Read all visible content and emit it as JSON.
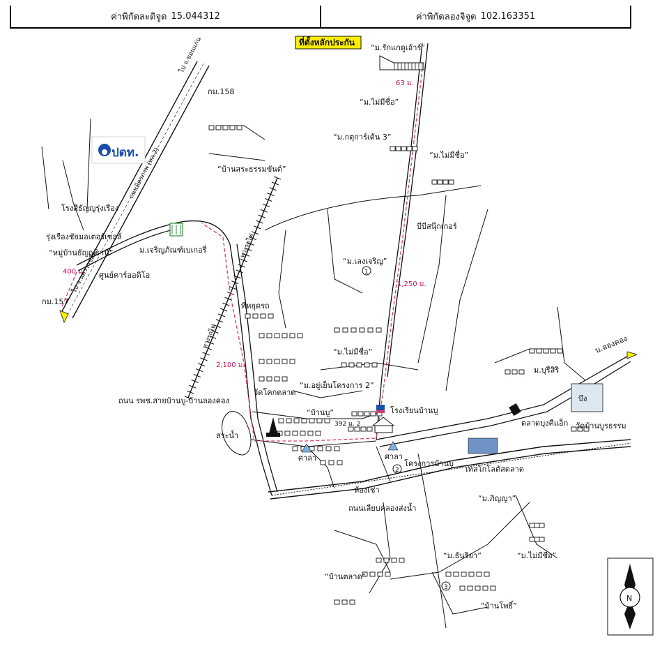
{
  "coordinates": {
    "latitude_label": "ค่าพิกัดละติจูด",
    "latitude_value": "15.044312",
    "longitude_label": "ค่าพิกัดลองจิจูด",
    "longitude_value": "102.163351"
  },
  "marker": {
    "label": "ที่ตั้งหลักประกัน"
  },
  "logo": {
    "text": "ปตท."
  },
  "labels": {
    "rak_ngeo": "“ม.รักแกดูเอ้าร์”",
    "mai_mi_chue_1": "“ม.ไม่มีชื่อ”",
    "kot_car_3": "“ม.กตุการ์เด้น 3”",
    "mai_mi_chue_2": "“ม.ไม่มีชื่อ”",
    "ban_sara": "“บ้านสระธรรมขันต์”",
    "bibi": "บีบีสนุ๊กเกอร์",
    "mong_charoen": "“ม.เลงเจริญ”",
    "km158": "กม.158",
    "to_khon_kaen": "ไป จ.ขอนแก่น",
    "mittraphap": "ถนนมิตรภาพ (ทล.2)",
    "rice_mill": "โรงสีธัญญรุ่งเรือง",
    "rungrueng": "รุ่งเรืองชัยมอเตอร์เซลล์",
    "mu_ban_thanya": "“หมู่บ้านธัญญธานี”",
    "dist_400": "400 ม.",
    "sunkar": "ศูนย์คาร์ออดิโอ",
    "km157": "กม.157",
    "to_nakhon": "ไป จ.นครราชสีมา",
    "charoen_bakery": "ม.เจริญภัณฑ์เบเกอรี่",
    "railway": "ทางรถไฟ",
    "railway_2": "ทางรถไฟ",
    "rail_stop": "ที่หยุดรถ",
    "dist_1250": "1,250 ม.",
    "mai_mi_chue_3": "“ม.ไม่มีชื่อ”",
    "dist_63": "63 ม.",
    "dist_2100": "2,100 ม.",
    "ayu_yen": "“ม.อยู่เย็นโครงการ 2”",
    "road_hospital": "ถนน รพช.สายบ้านบู-บ้านลองคอง",
    "wat_khok": "วัดโคกตลาด",
    "ban_bu": "“บ้านบู”",
    "house_no": "392 ม. 2",
    "school": "โรงเรียนบ้านบู",
    "sa_nam": "สระน้ำ",
    "sala": "ศาลา",
    "sala_2": "ศาลา",
    "project_bu": "โครงการบ้านบู",
    "tesco": "เทสโกโลตัสตลาด",
    "hong_chao": "ห้องเช่า",
    "canal_road": "ถนนเลียบคลองส่งน้ำ",
    "to_long_khong": "บ.ลองคอง",
    "buri_siri": "ม.บุรีสิริ",
    "bueng": "บึง",
    "market_bung": "ตลาดบุงคีแอ็ก",
    "wat_bu": "วัดบ้านบูรธรรม",
    "pinya": "“ม.ภิญญา”",
    "mai_mi_chue_4": "“ม.ไม่มีชื่อ”",
    "thanya": "“ม.ธันริยา”",
    "ban_talat": "“บ้านตลาด”",
    "ban_pho": "“บ้านโพธิ์”",
    "circle_1": "1",
    "circle_2": "2",
    "circle_3": "3",
    "north": "N"
  },
  "colors": {
    "marker_fill": "#ffee00",
    "route": "#d63c6a",
    "logo_blue": "#1a4ea8"
  }
}
